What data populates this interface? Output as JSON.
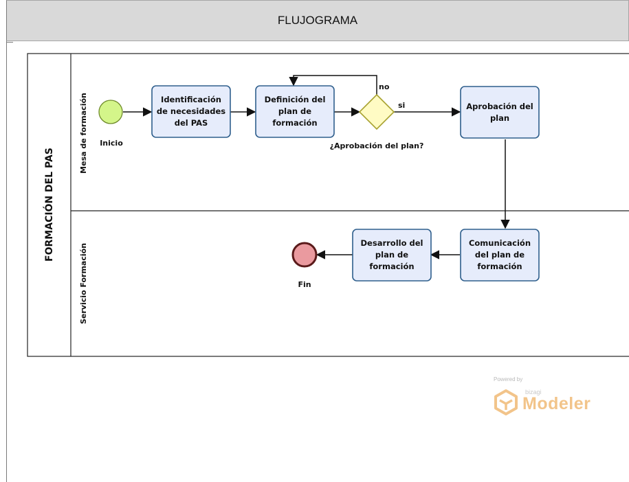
{
  "header": {
    "title": "FLUJOGRAMA"
  },
  "pool": {
    "label": "FORMACIÓN DEL PAS"
  },
  "lanes": [
    {
      "label": "Mesa de formación"
    },
    {
      "label": "Servicio Formación"
    }
  ],
  "events": {
    "start": {
      "label": "Inicio",
      "color": "#d4f58a"
    },
    "end": {
      "label": "Fin",
      "color": "#ea9a9f"
    }
  },
  "tasks": [
    {
      "lines": [
        "Identificación",
        "de necesidades",
        "del PAS"
      ]
    },
    {
      "lines": [
        "Definición del",
        "plan de",
        "formación"
      ]
    },
    {
      "lines": [
        "Aprobación del",
        "plan"
      ]
    },
    {
      "lines": [
        "Comunicación",
        "del plan de",
        "formación"
      ]
    },
    {
      "lines": [
        "Desarrollo del",
        "plan de",
        "formación"
      ]
    }
  ],
  "gateway": {
    "label": "¿Aprobación del plan?",
    "yes": "si",
    "no": "no",
    "color": "#fffbc4"
  },
  "colors": {
    "task_fill": "#e6ecfb",
    "task_stroke": "#2e5e8c",
    "header_bg": "#d9d9d9"
  },
  "watermark": {
    "powered": "Powered by",
    "brand": "bizagi",
    "product": "Modeler"
  }
}
